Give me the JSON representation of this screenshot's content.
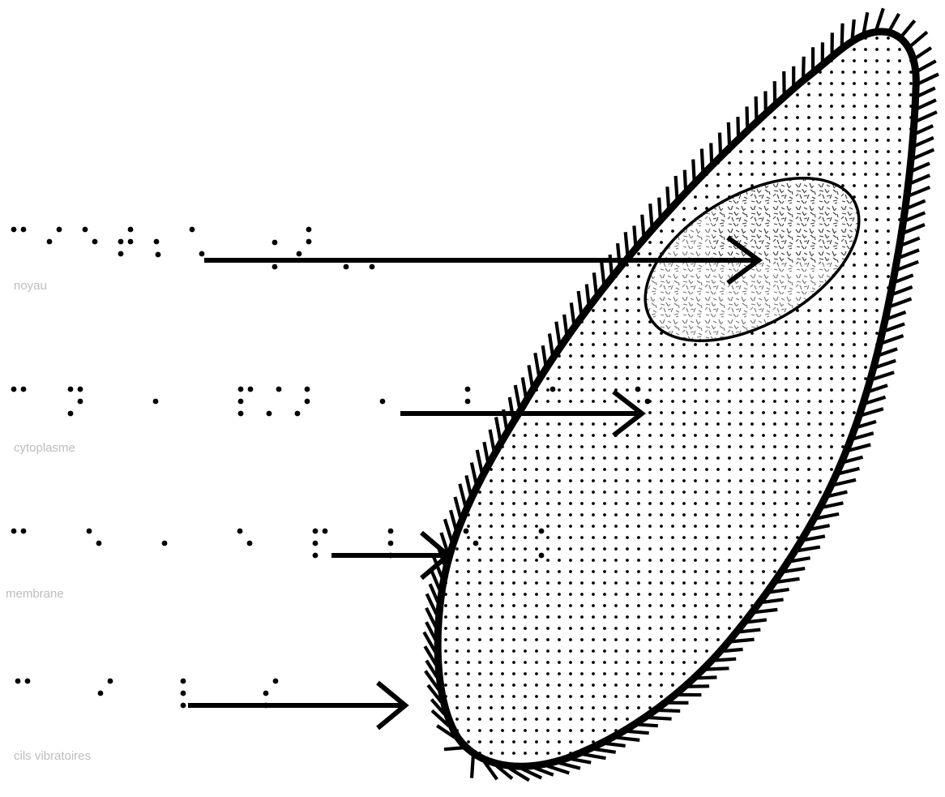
{
  "diagram": {
    "subject": "cell-organism",
    "colors": {
      "ink": "#000000",
      "caption": "#bdbdbd",
      "background": "#ffffff"
    },
    "labels": [
      {
        "id": "nucleus",
        "text": "noyau",
        "braille": [
          "14,24,15,2345,2,16,0,0,345",
          "2,0,0,46,0,6,3"
        ]
      },
      {
        "id": "cytoplasm",
        "text": "cytoplasme",
        "braille": [
          "14,0,1345,0,0,2,0,0,1234,34,345,0,0,2,0,0,12,0,0,1,0,0,15"
        ]
      },
      {
        "id": "membrane",
        "text": "membrane",
        "braille": [
          "14,0,0,15,0,0,2,0,0,15,0,0,1234,0,0,123,0,0,15,0,0,13"
        ]
      },
      {
        "id": "cilia",
        "text": "cils vibratoires",
        "braille": [
          "14,0,0,24,0,0,123,0,0,234"
        ]
      }
    ]
  }
}
